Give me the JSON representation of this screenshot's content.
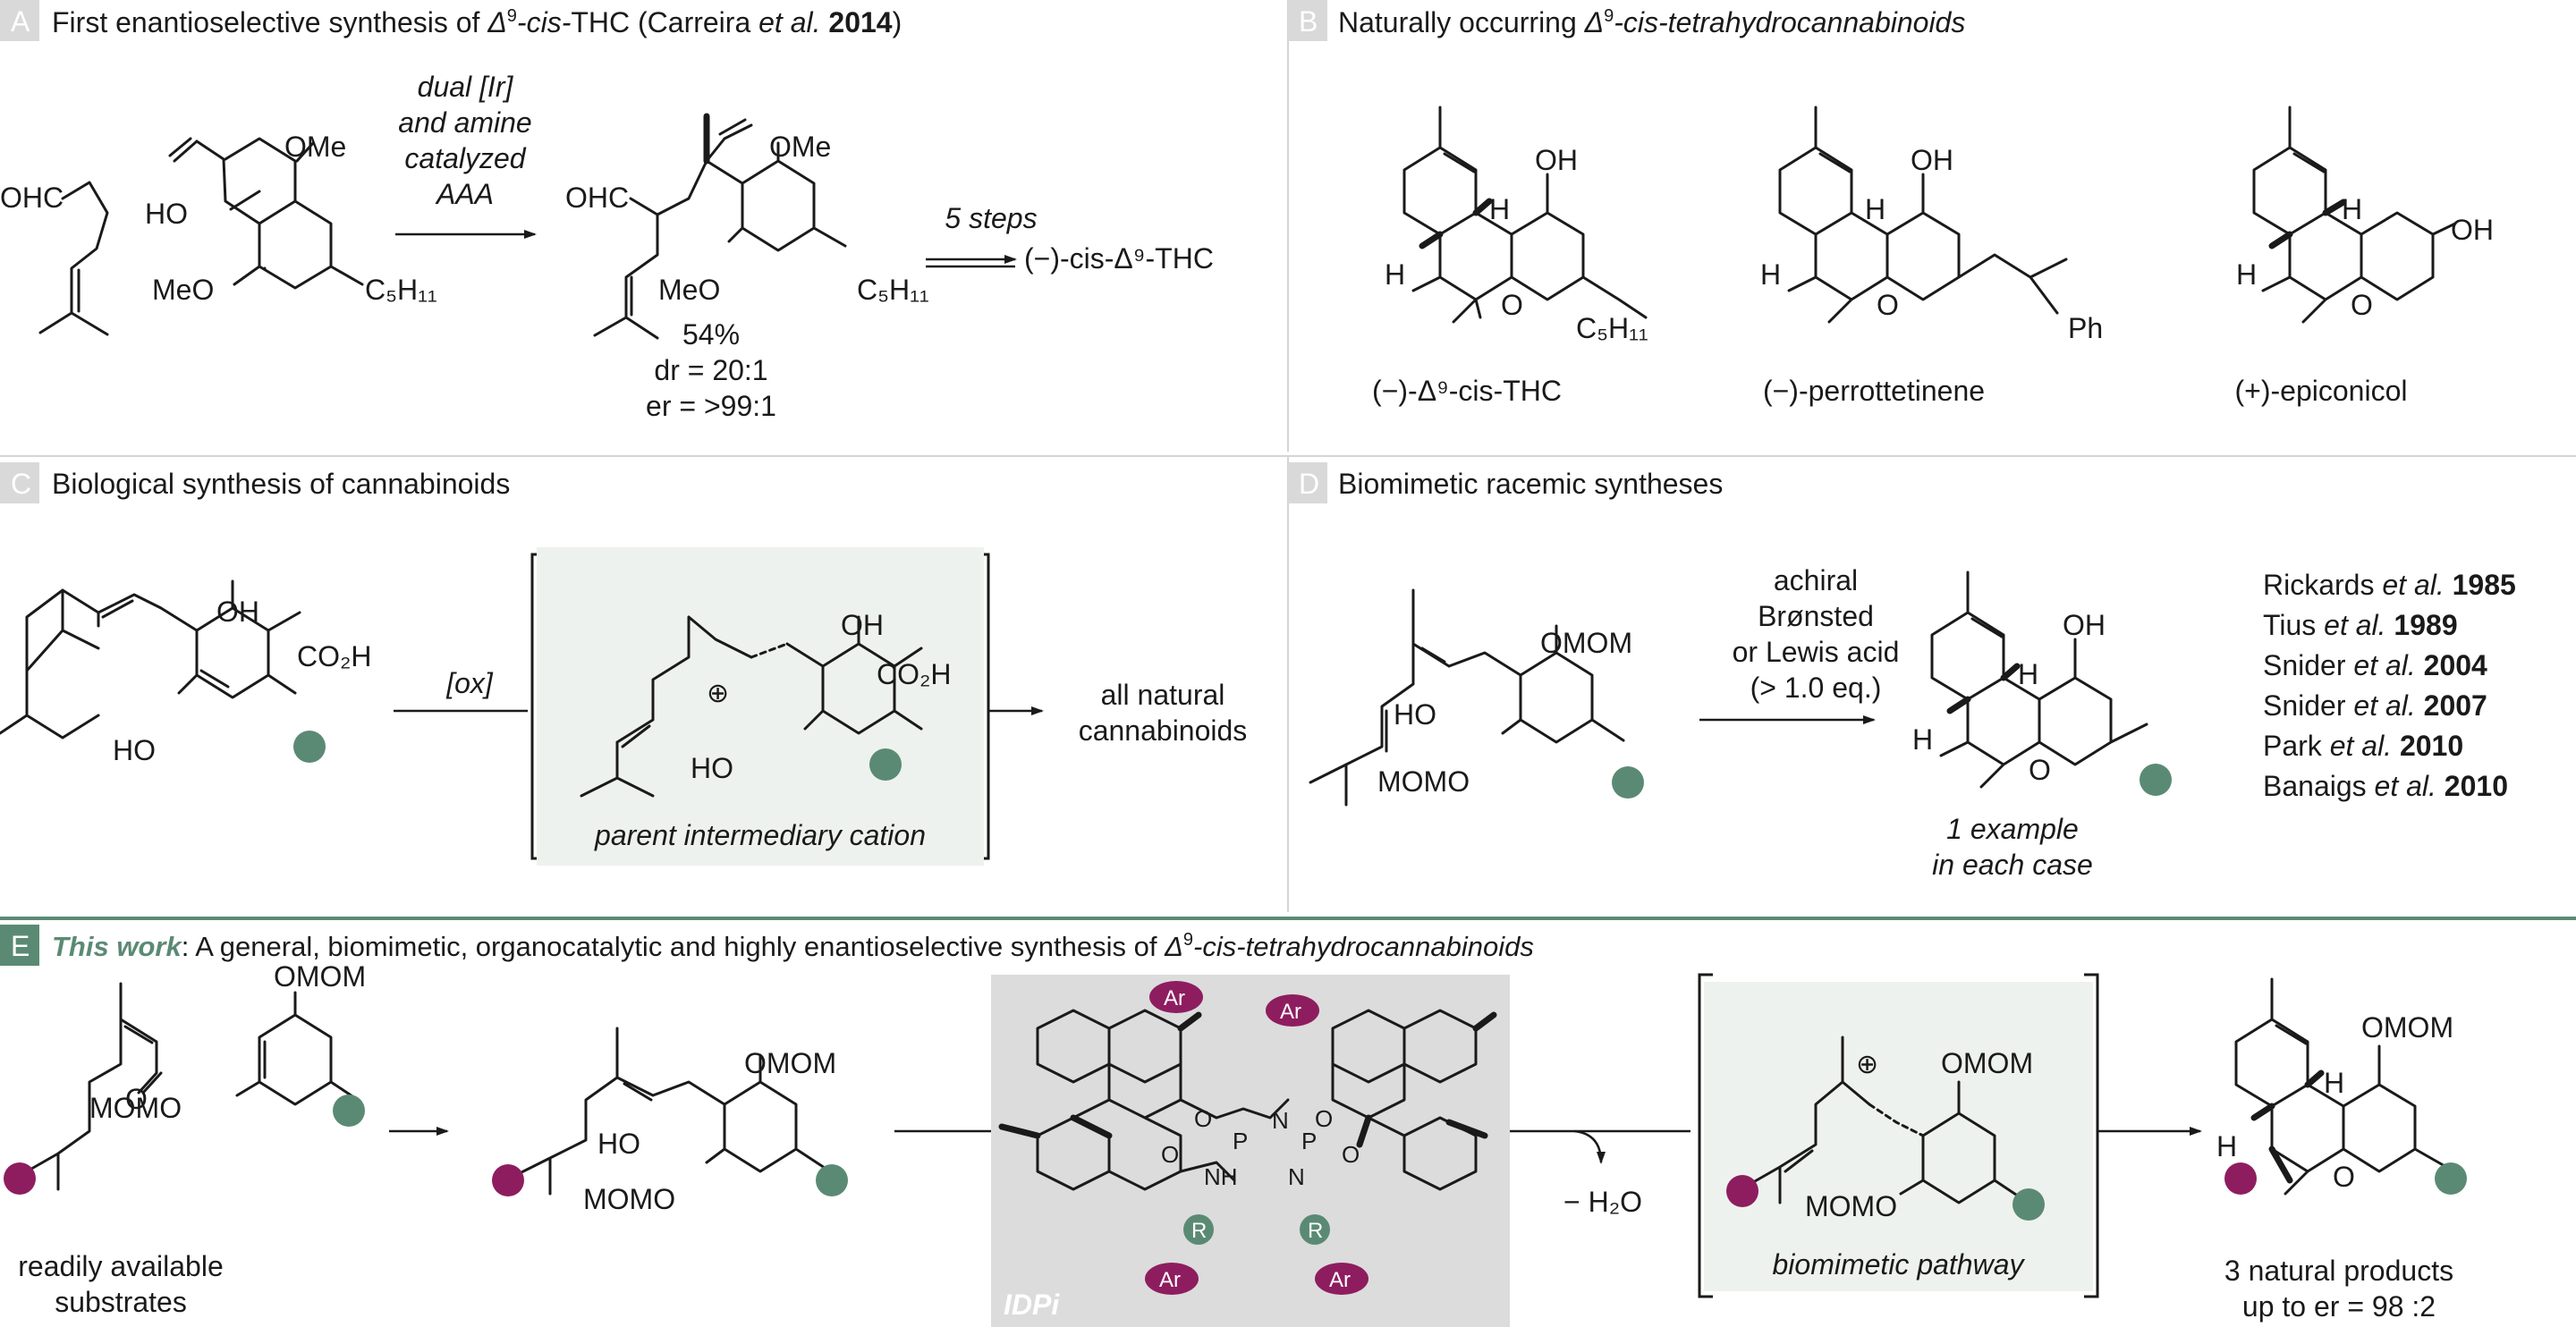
{
  "colors": {
    "green": "#5b8a74",
    "purple": "#8e1d5f",
    "panel_label_bg": "#d9d9d9",
    "panel_label_bg_e": "#5b8a74",
    "box_fill": "#eef2ee",
    "catalyst_box": "#dcdcdc",
    "divider_e": "#5b8a74"
  },
  "panel_a": {
    "letter": "A",
    "title_pre": "First enantioselective synthesis of ",
    "title_delta": "Δ",
    "title_sup": "9",
    "title_cis": "-cis-",
    "title_mid": "THC (Carreira ",
    "title_etal": "et al.",
    "title_year": "2014",
    "title_end": ")",
    "sm1_label": "OHC",
    "sm2_ome_top": "OMe",
    "sm2_ho": "HO",
    "sm2_meo": "MeO",
    "sm2_c5": "C₅H₁₁",
    "cond_1": "dual [Ir]",
    "cond_2": "and amine",
    "cond_3": "catalyzed",
    "cond_4": "AAA",
    "prod_ohc": "OHC",
    "prod_ome": "OMe",
    "prod_meo": "MeO",
    "prod_c5": "C₅H₁₁",
    "yield": "54%",
    "dr": "dr = 20:1",
    "er": "er = >99:1",
    "steps": "5 steps",
    "target": "(−)-cis-Δ⁹-THC"
  },
  "panel_b": {
    "letter": "B",
    "title_pre": "Naturally occurring ",
    "title_delta": "Δ",
    "title_sup": "9",
    "title_end": "-cis-tetrahydrocannabinoids",
    "oh": "OH",
    "h": "H",
    "o": "O",
    "c5": "C₅H₁₁",
    "ph": "Ph",
    "names": [
      "(−)-Δ⁹-cis-THC",
      "(−)-perrottetinene",
      "(+)-epiconicol"
    ]
  },
  "panel_c": {
    "letter": "C",
    "title": "Biological synthesis of cannabinoids",
    "oh": "OH",
    "ho": "HO",
    "co2h": "CO₂H",
    "ox": "[ox]",
    "plus": "⊕",
    "cation_label": "parent intermediary cation",
    "result_1": "all natural",
    "result_2": "cannabinoids"
  },
  "panel_d": {
    "letter": "D",
    "title": "Biomimetic racemic syntheses",
    "omom": "OMOM",
    "ho": "HO",
    "momo": "MOMO",
    "cond_1": "achiral",
    "cond_2": "Brønsted",
    "cond_3": "or Lewis acid",
    "cond_4": "(> 1.0 eq.)",
    "oh": "OH",
    "h": "H",
    "o": "O",
    "example_1": "1 example",
    "example_2": "in each case",
    "refs": [
      {
        "name": "Rickards ",
        "etal": "et al.",
        "year": "1985"
      },
      {
        "name": "Tius ",
        "etal": "et al.",
        "year": "1989"
      },
      {
        "name": "Snider ",
        "etal": "et al.",
        "year": "2004"
      },
      {
        "name": "Snider ",
        "etal": "et al.",
        "year": "2007"
      },
      {
        "name": "Park ",
        "etal": "et al.",
        "year": "2010"
      },
      {
        "name": "Banaigs ",
        "etal": "et al.",
        "year": "2010"
      }
    ]
  },
  "panel_e": {
    "letter": "E",
    "title_bold": "This work",
    "title_rest": ": A general, biomimetic, organocatalytic and highly enantioselective synthesis of ",
    "title_delta": "Δ",
    "title_sup": "9",
    "title_end": "-cis-tetrahydrocannabinoids",
    "omom": "OMOM",
    "momo": "MOMO",
    "ho": "HO",
    "o": "O",
    "sub_1": "readily available",
    "sub_2": "substrates",
    "cat_name": "IDPi",
    "ar": "Ar",
    "r": "R",
    "p": "P",
    "n": "N",
    "nh": "NH",
    "water": "− H₂O",
    "plus": "⊕",
    "pathway": "biomimetic pathway",
    "h": "H",
    "prod_1": "3 natural products",
    "prod_2": "up to er = 98 :2"
  }
}
